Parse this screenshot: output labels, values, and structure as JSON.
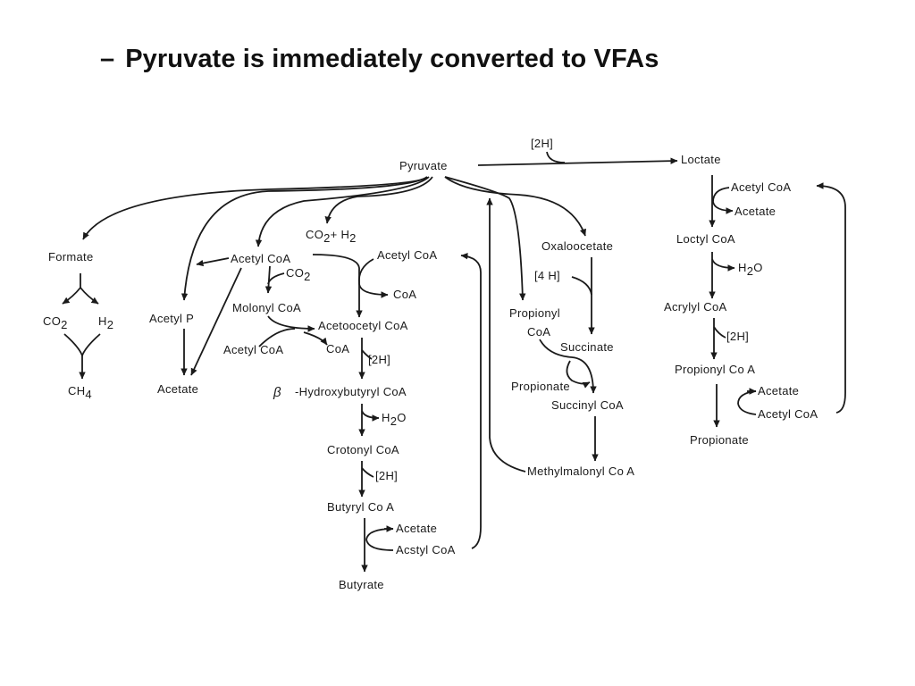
{
  "title": {
    "dash": "–",
    "text": "Pyruvate is immediately converted to VFAs"
  },
  "diagram": {
    "pyruvate": "Pyruvate",
    "two_h_top": "[2H]",
    "lactate": "Loctate",
    "formate": "Formate",
    "co2_formate": "CO",
    "co2_formate_sub": "2",
    "h2_formate": "H",
    "h2_formate_sub": "2",
    "ch4": "CH",
    "ch4_sub": "4",
    "acetyl_p": "Acetyl P",
    "acetate_left": "Acetate",
    "co2_h2_a": "CO",
    "co2_h2_sub1": "2",
    "co2_h2_b": "+ H",
    "co2_h2_sub2": "2",
    "acetyl_coa_1": "Acetyl CoA",
    "co2_malonyl": "CO",
    "co2_malonyl_sub": "2",
    "malonyl_coa": "Molonyl CoA",
    "acetyl_coa_2": "Acetyl CoA",
    "coa_1": "CoA",
    "acetyl_coa_3": "Acetyl CoA",
    "coa_2": "CoA",
    "acetoacetyl_coa": "Acetoocetyl CoA",
    "two_h_butyrate_1": "[2H]",
    "beta": "β",
    "hydroxybutyryl_coa": "-Hydroxybutyryl CoA",
    "h2o_butyrate": "H",
    "h2o_butyrate_sub": "2",
    "h2o_butyrate_o": "O",
    "crotonyl_coa": "Crotonyl CoA",
    "two_h_butyrate_2": "[2H]",
    "butyryl_coa": "Butyryl Co A",
    "acetate_butyrate": "Acetate",
    "acetyl_coa_butyrate": "Acstyl CoA",
    "butyrate": "Butyrate",
    "oxaloacetate": "Oxaloocetate",
    "four_h": "[4 H]",
    "propionyl_coa_a": "Propionyl",
    "propionyl_coa_b": "CoA",
    "succinate": "Succinate",
    "propionate_mid": "Propionate",
    "succinyl_coa": "Succinyl CoA",
    "methylmalonyl_coa": "Methylmalonyl Co A",
    "acetyl_coa_right_top": "Acetyl CoA",
    "acetate_right_top": "Acetate",
    "lactyl_coa": "Loctyl CoA",
    "h2o_right": "H",
    "h2o_right_sub": "2",
    "h2o_right_o": "O",
    "acrylyl_coa": "Acrylyl CoA",
    "two_h_right": "[2H]",
    "propionyl_coa_right": "Propionyl Co A",
    "acetate_right_bottom": "Acetate",
    "acetyl_coa_right_bottom": "Acetyl CoA",
    "propionate_right": "Propionate"
  }
}
